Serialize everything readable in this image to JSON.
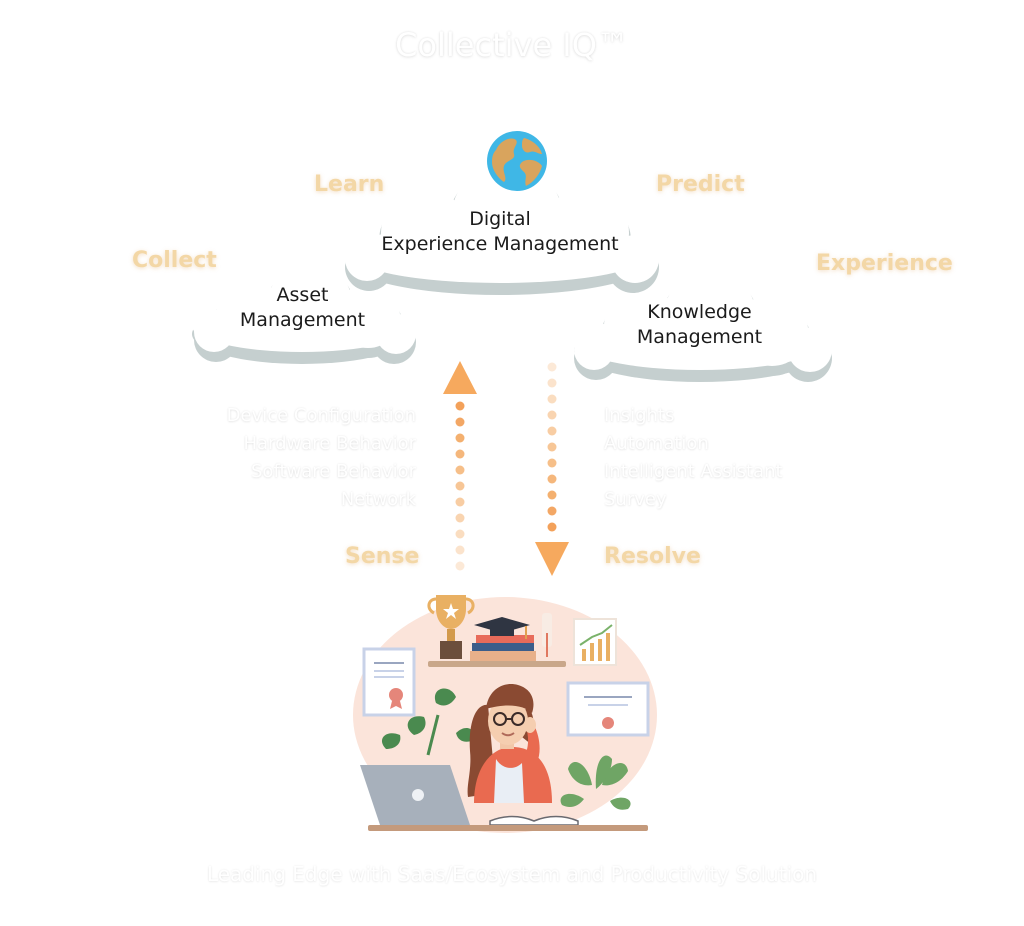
{
  "title": "Collective IQ™",
  "stages": {
    "collect": "Collect",
    "learn": "Learn",
    "predict": "Predict",
    "experience": "Experience",
    "sense": "Sense",
    "resolve": "Resolve"
  },
  "clouds": {
    "dem_line1": "Digital",
    "dem_line2": "Experience Management",
    "asset_line1": "Asset",
    "asset_line2": "Management",
    "knowledge_line1": "Knowledge",
    "knowledge_line2": "Management"
  },
  "sense_items": [
    "Device Configuration",
    "Hardware Behavior",
    "Software Behavior",
    "Network"
  ],
  "resolve_items": [
    "Insights",
    "Automation",
    "Intelligent Assistant",
    "Survey"
  ],
  "footer": "Leading Edge with Saas/Ecosystem and Productivity Solution",
  "colors": {
    "accent_orange": "#f6a95e",
    "stage_label": "#f3d7a6",
    "cloud_fill": "#ffffff",
    "cloud_shadow": "#c5cfcf"
  }
}
